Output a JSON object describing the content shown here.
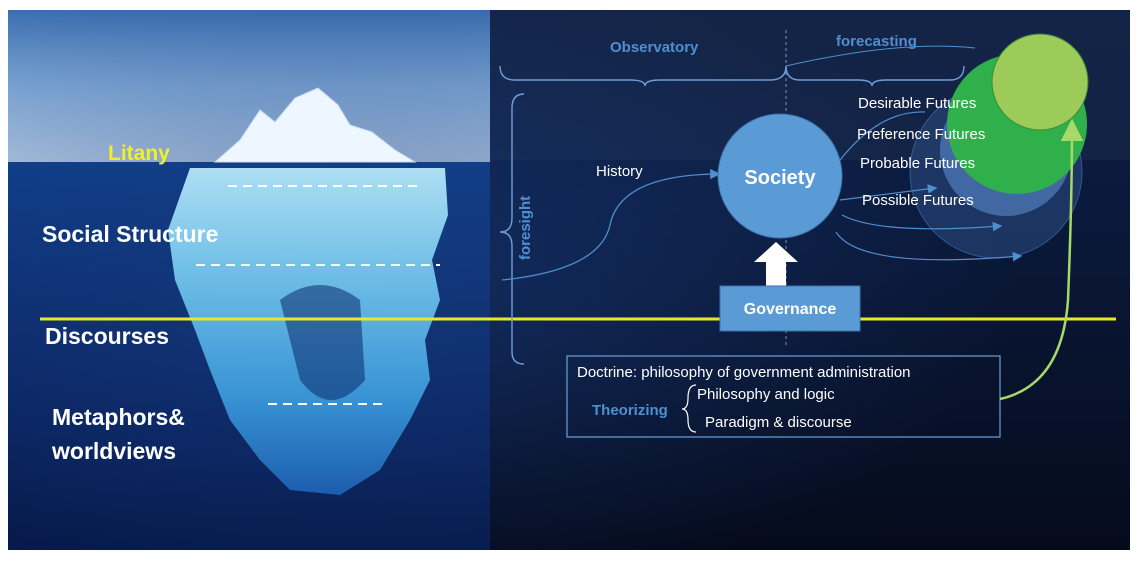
{
  "iceberg": {
    "litany": "Litany",
    "social_structure": "Social Structure",
    "discourses": "Discourses",
    "metaphors_line1": "Metaphors&",
    "metaphors_line2": "worldviews"
  },
  "diagram": {
    "observatory": "Observatory",
    "forecasting": "forecasting",
    "foresight": "foresight",
    "history": "History",
    "society": "Society",
    "governance": "Governance",
    "futures": {
      "desirable": "Desirable Futures",
      "preference": "Preference Futures",
      "probable": "Probable Futures",
      "possible": "Possible Futures"
    },
    "doctrine": "Doctrine: philosophy of government administration",
    "theorizing": "Theorizing",
    "philosophy": "Philosophy and logic",
    "paradigm": "Paradigm & discourse"
  },
  "colors": {
    "accent_blue": "#4f8fd0",
    "society_fill": "#5b9bd5",
    "litany_yellow": "#f2ef2a",
    "threshold_line": "#e8e82a",
    "green_outer": "#2fb04a",
    "green_inner": "#9dcb5a",
    "arrow_green": "#a6d86a"
  }
}
